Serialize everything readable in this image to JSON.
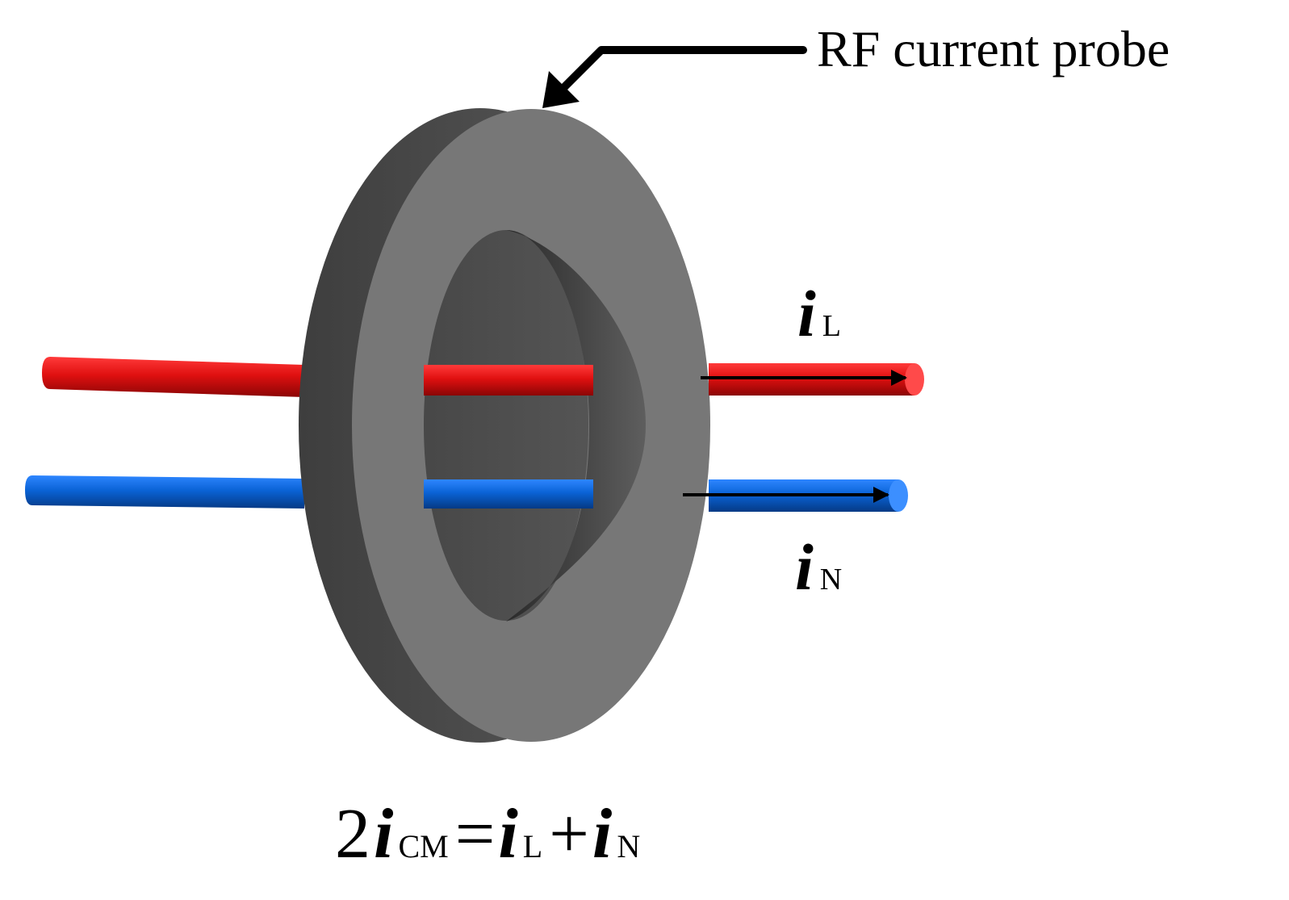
{
  "probe_label": "RF current probe",
  "wire_L": {
    "symbol": "i",
    "subscript": "L",
    "color": "#e01010"
  },
  "wire_N": {
    "symbol": "i",
    "subscript": "N",
    "color": "#0a63d6"
  },
  "equation": {
    "coef": "2",
    "lhs_symbol": "i",
    "lhs_sub": "CM",
    "equals": "=",
    "term1_symbol": "i",
    "term1_sub": "L",
    "plus": "+",
    "term2_symbol": "i",
    "term2_sub": "N"
  },
  "colors": {
    "ring_face": "#777777",
    "ring_side": "#4a4a4a",
    "arrow": "#000000"
  }
}
